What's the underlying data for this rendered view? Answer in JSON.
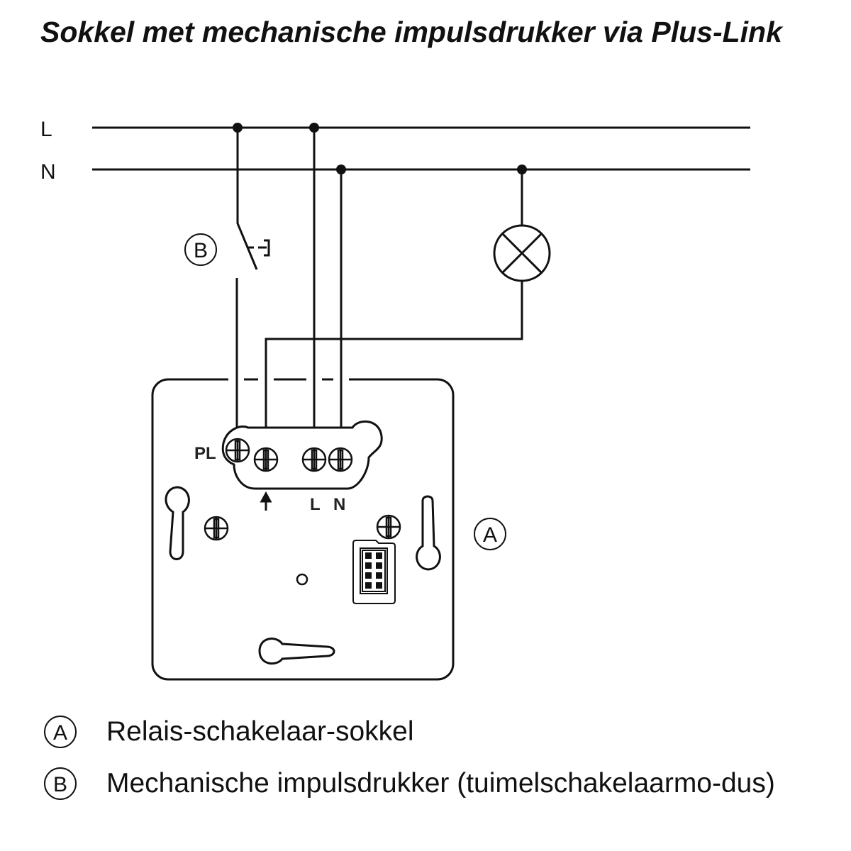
{
  "title": "Sokkel met mechanische impulsdrukker via Plus-Link",
  "lines": {
    "l": "L",
    "n": "N"
  },
  "terminals": {
    "pl": "PL",
    "l": "L",
    "n": "N"
  },
  "markers": {
    "a": "A",
    "b": "B"
  },
  "legend": [
    {
      "marker": "A",
      "text": "Relais-schakelaar-sokkel"
    },
    {
      "marker": "B",
      "text": "Mechanische impulsdrukker (tuimelschakelaarmo-dus)"
    }
  ]
}
